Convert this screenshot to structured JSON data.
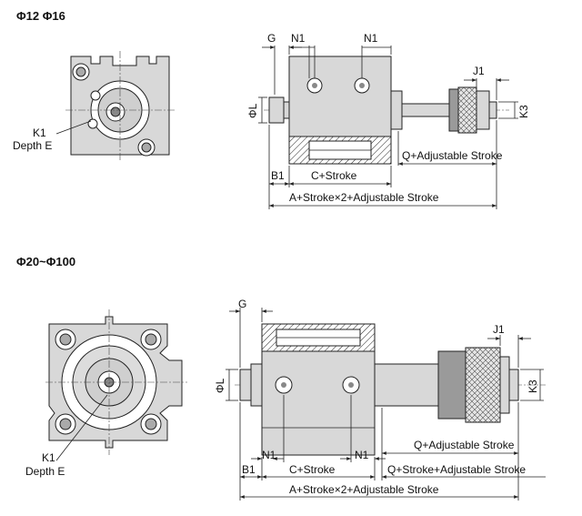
{
  "top": {
    "header": "Φ12  Φ16",
    "front": {
      "k1": "K1",
      "depth": "Depth E"
    },
    "side": {
      "g": "G",
      "n1a": "N1",
      "n1b": "N1",
      "j1": "J1",
      "phi_l": "ΦL",
      "k3": "K3",
      "q_adj": "Q+Adjustable Stroke",
      "b1": "B1",
      "c_stroke": "C+Stroke",
      "total": "A+Stroke×2+Adjustable Stroke"
    }
  },
  "bottom": {
    "header": "Φ20~Φ100",
    "front": {
      "k1": "K1",
      "depth": "Depth E"
    },
    "side": {
      "g": "G",
      "j1": "J1",
      "phi_l": "ΦL",
      "k3": "K3",
      "q_adj": "Q+Adjustable Stroke",
      "n1a": "N1",
      "n1b": "N1",
      "b1": "B1",
      "c_stroke": "C+Stroke",
      "q_stroke_adj": "Q+Stroke+Adjustable Stroke",
      "total": "A+Stroke×2+Adjustable Stroke"
    }
  }
}
